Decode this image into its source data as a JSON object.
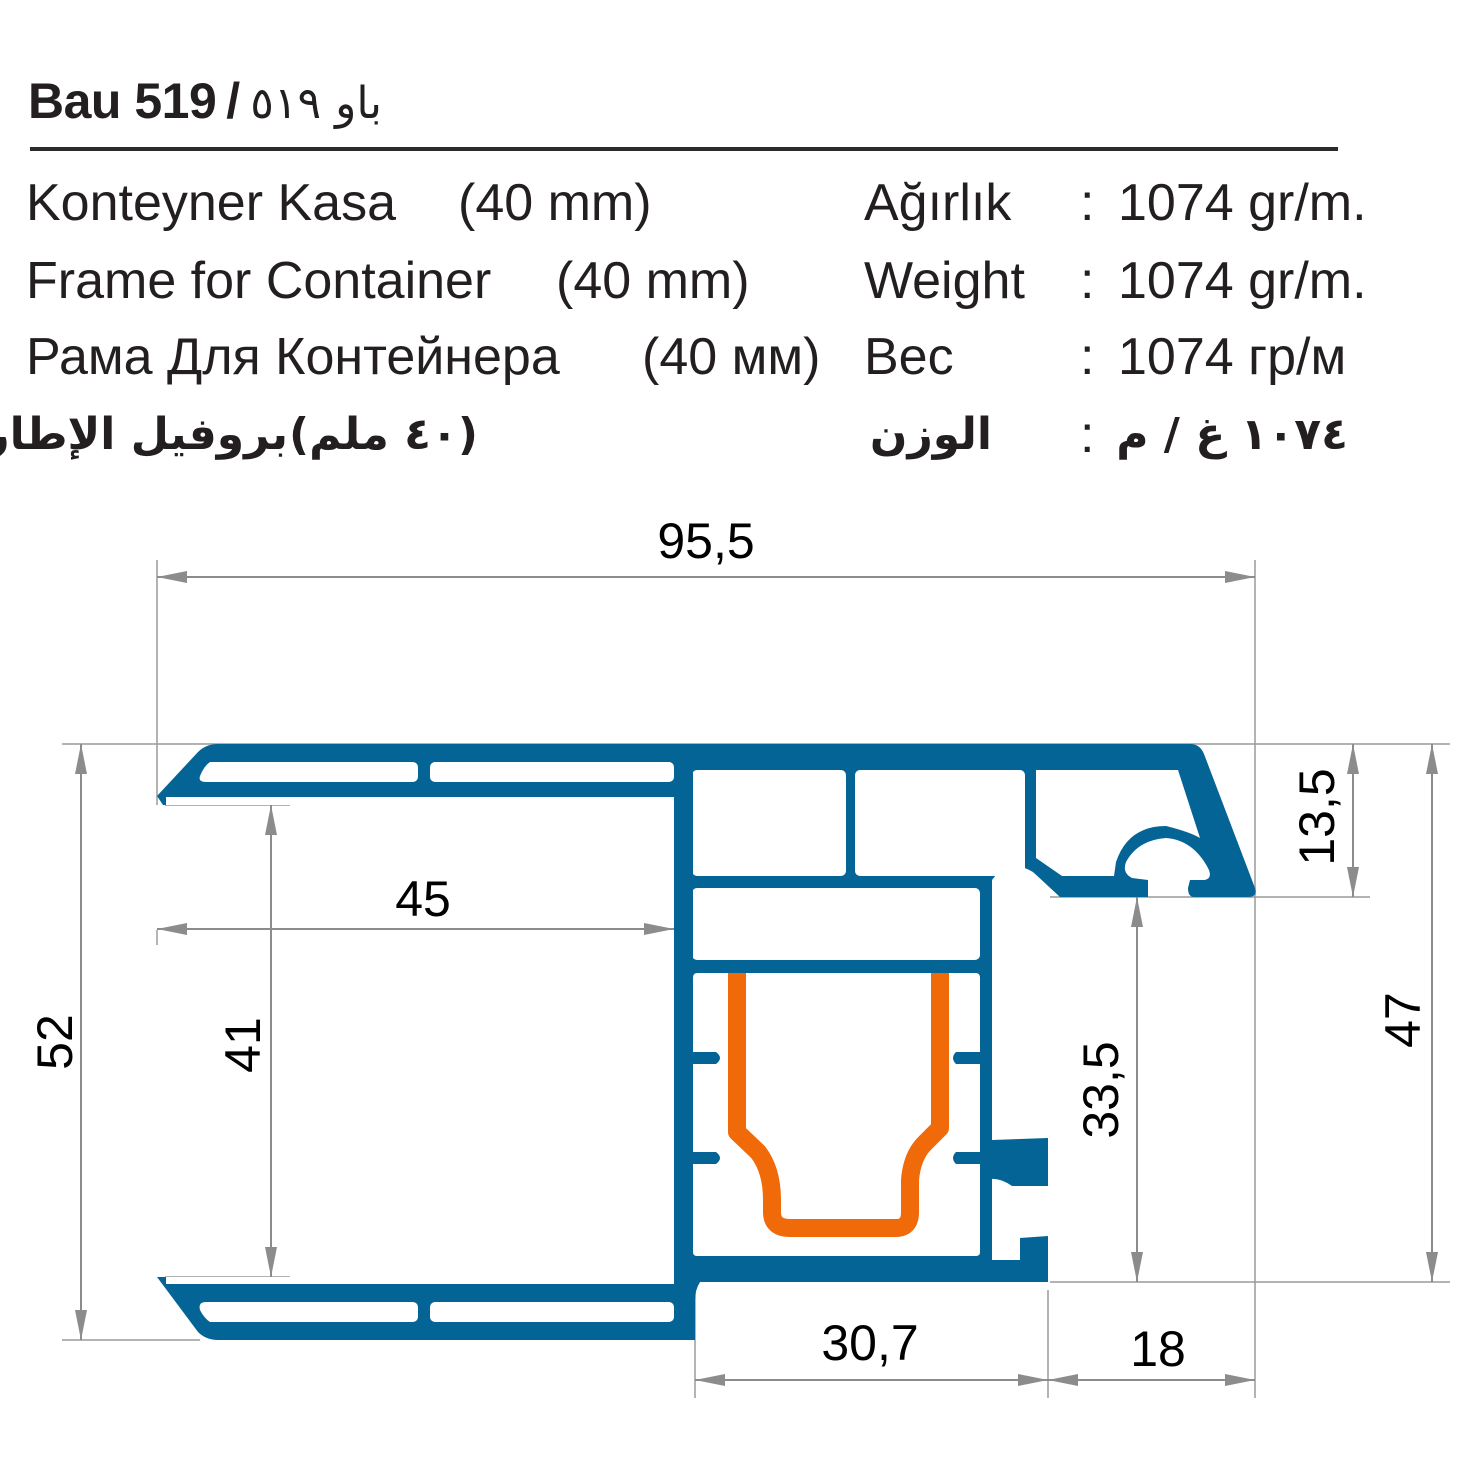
{
  "header": {
    "code": "Bau 519",
    "separator": "/",
    "code_arabic": "باو ٥١٩"
  },
  "specs": [
    {
      "name": "Konteyner Kasa",
      "size": "(40 mm)",
      "label": "Ağırlık",
      "colon": ":",
      "value": "1074 gr/m."
    },
    {
      "name": "Frame for Container",
      "size": "(40 mm)",
      "label": "Weight",
      "colon": ":",
      "value": "1074 gr/m."
    },
    {
      "name": "Рама Для Контейнера",
      "size": "(40 мм)",
      "label": "Вес",
      "colon": ":",
      "value": "1074 гр/м"
    },
    {
      "name": "بروفيل الإطار",
      "size": "(٤٠ ملم)",
      "label": "الوزن",
      "colon": ":",
      "value": "١٠٧٤ غ / م"
    }
  ],
  "drawing": {
    "colors": {
      "profile": "#046496",
      "gasket": "#f06a0a",
      "dimension": "#8c8c8c"
    },
    "dimensions": {
      "overall_width": "95,5",
      "inner_width": "45",
      "overall_height": "52",
      "inner_height": "41",
      "lip_height": "13,5",
      "right_height": "47",
      "rebate_height": "33,5",
      "bottom_left_width": "30,7",
      "bottom_right_width": "18"
    }
  }
}
